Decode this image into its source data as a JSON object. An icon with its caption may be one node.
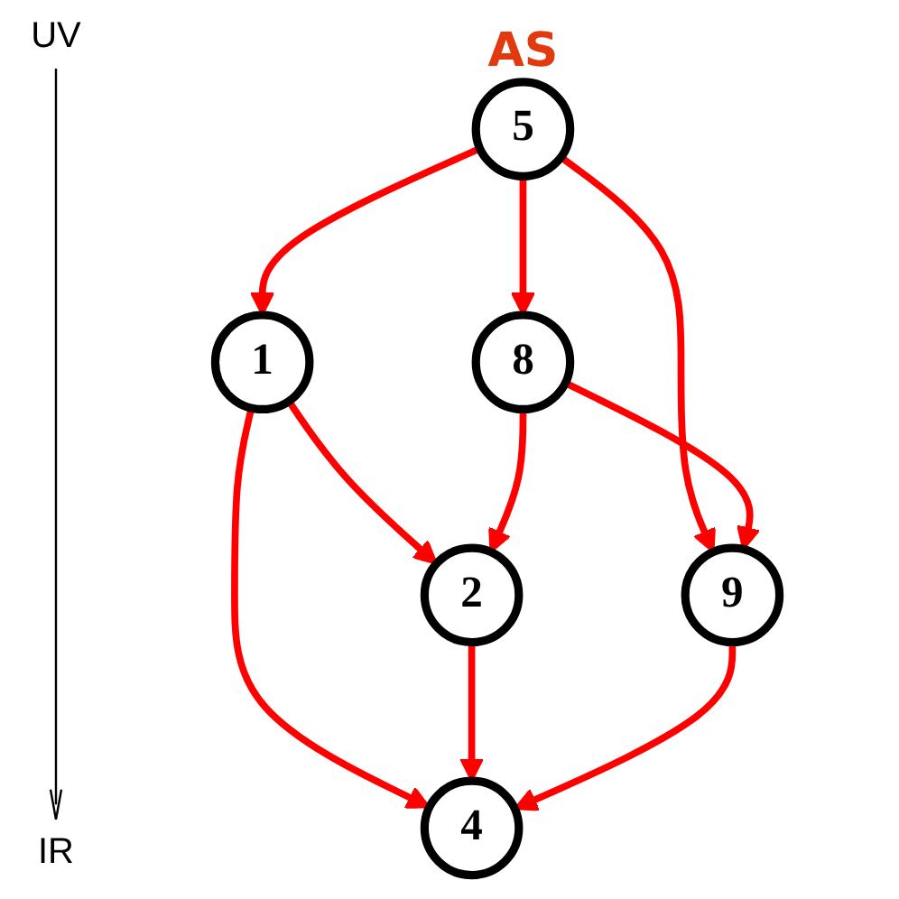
{
  "diagram": {
    "nodes": [
      {
        "text": [
          "5"
        ],
        "beside": [
          "AS"
        ]
      },
      {
        "text": [
          "1"
        ]
      },
      {
        "text": [
          "8"
        ]
      },
      {
        "text": [
          "2"
        ]
      },
      {
        "text": [
          "9"
        ]
      },
      {
        "text": [
          "4"
        ]
      }
    ],
    "edges": [
      {
        "from": 0,
        "to": 1,
        "arrow": "to"
      },
      {
        "from": 0,
        "to": 2,
        "arrow": "to"
      },
      {
        "from": 0,
        "to": 4,
        "arrow": "to"
      },
      {
        "from": 1,
        "to": 3,
        "arrow": "to"
      },
      {
        "from": 1,
        "to": 5,
        "arrow": "to"
      },
      {
        "from": 2,
        "to": 4,
        "arrow": "to"
      },
      {
        "from": 2,
        "to": 3,
        "arrow": "to"
      },
      {
        "from": 3,
        "to": 5,
        "arrow": "to"
      },
      {
        "from": 4,
        "to": 5,
        "arrow": "to"
      }
    ],
    "labels": [
      "UV",
      "IR"
    ]
  }
}
